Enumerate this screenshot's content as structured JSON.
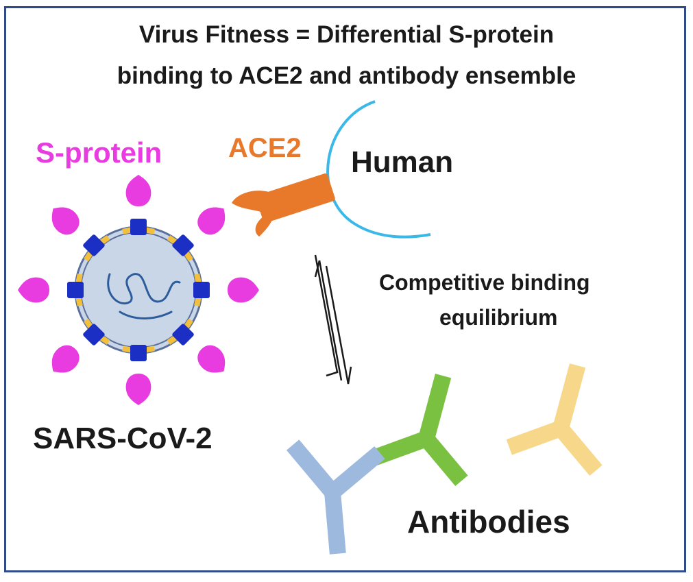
{
  "title": {
    "line1": "Virus Fitness = Differential S-protein",
    "line2": "binding to ACE2 and antibody ensemble"
  },
  "labels": {
    "s_protein": "S-protein",
    "ace2": "ACE2",
    "human": "Human",
    "virus": "SARS-CoV-2",
    "equilibrium_line1": "Competitive binding",
    "equilibrium_line2": "equilibrium",
    "antibodies": "Antibodies"
  },
  "colors": {
    "frame": "#2f4a8a",
    "s_protein": "#e83be0",
    "ace2": "#e8782a",
    "human_membrane": "#3ab8e8",
    "virus_core": "#c9d6e8",
    "virus_marker": "#1c2fc4",
    "virus_envelope_marker": "#f2c03c",
    "rna": "#2d5c9a",
    "antibody_blue": "#9db9de",
    "antibody_green": "#7ac142",
    "antibody_yellow": "#f7d88a",
    "text": "#1a1a1a"
  },
  "icons": [
    "virus-icon",
    "ace2-receptor-icon",
    "cell-membrane-icon",
    "equilibrium-arrows-icon",
    "antibody-icon"
  ]
}
